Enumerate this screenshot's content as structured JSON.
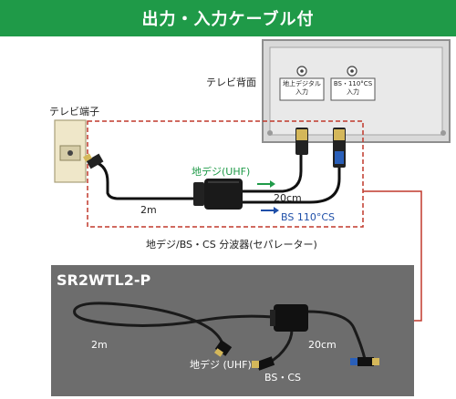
{
  "header": {
    "title": "出力・入力ケーブル付"
  },
  "diagram": {
    "tv_back_label": "テレビ背面",
    "port_terrestrial": [
      "地上デジタル",
      "入力"
    ],
    "port_bs": [
      "BS・110°CS",
      "入力"
    ],
    "tv_outlet_label": "テレビ端子",
    "cable_2m": "2m",
    "uhf_label": "地デジ(UHF)",
    "cable_20cm": "20cm",
    "bs_label": "BS 110°CS",
    "caption": "地デジ/BS・CS 分波器(セパレーター)"
  },
  "product": {
    "model": "SR2WTL2-P",
    "cable_2m": "2m",
    "cable_20cm": "20cm",
    "uhf_label": "地デジ (UHF)",
    "bs_label": "BS・CS"
  },
  "colors": {
    "banner": "#1f9a48",
    "dashed_box": "#c0392b",
    "panel": "#6a6a6a"
  }
}
